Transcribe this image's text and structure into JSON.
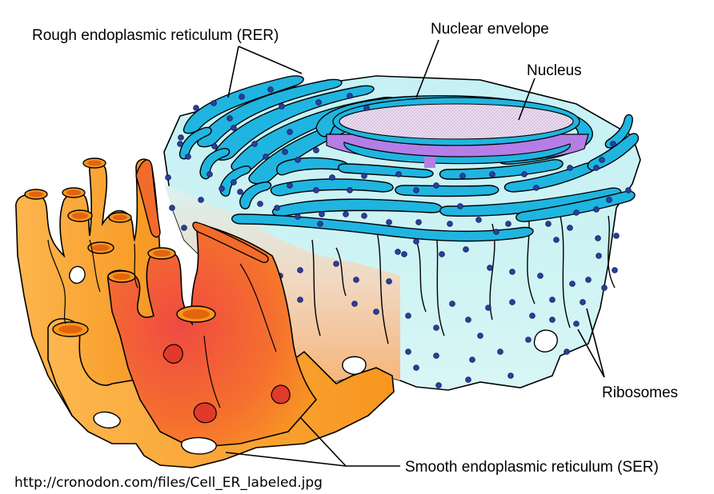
{
  "labels": {
    "rer": "Rough endoplasmic reticulum (RER)",
    "nuclear_envelope": "Nuclear envelope",
    "nucleus": "Nucleus",
    "ribosomes": "Ribosomes",
    "ser": "Smooth endoplasmic reticulum (SER)"
  },
  "source_caption": "http://cronodon.com/files/Cell_ER_labeled.jpg",
  "colors": {
    "rer_membrane": "#1fb5e0",
    "rer_lumen": "#c8f2f4",
    "ribosome": "#2b3f9e",
    "nucleus_fill": "#e6d8ee",
    "nucleoplasm": "#b57ee6",
    "ser_light": "#fbb24a",
    "ser_mid": "#f79422",
    "ser_dark": "#ef4b3f"
  }
}
